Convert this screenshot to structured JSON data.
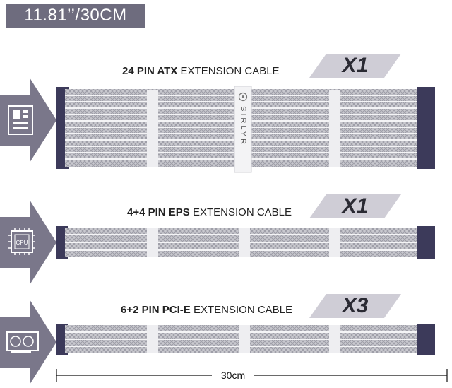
{
  "length_badge": "11.81’’/30CM",
  "sections": [
    {
      "bold": "24 PIN ATX",
      "rest": " EXTENSION CABLE",
      "qty": "X1",
      "icon": "motherboard-icon"
    },
    {
      "bold": "4+4 PIN EPS",
      "rest": " EXTENSION CABLE",
      "qty": "X1",
      "icon": "cpu-icon",
      "icon_text": "CPU"
    },
    {
      "bold": "6+2 PIN PCI-E",
      "rest": " EXTENSION CABLE",
      "qty": "X3",
      "icon": "gpu-icon"
    }
  ],
  "comb_brand": "SIRLYR",
  "dimension": "30cm",
  "colors": {
    "arrow": "#7a778a",
    "badge": "#6e6c7e",
    "connector": "#3c3a5a",
    "sleeve": "#c9c9cf"
  }
}
